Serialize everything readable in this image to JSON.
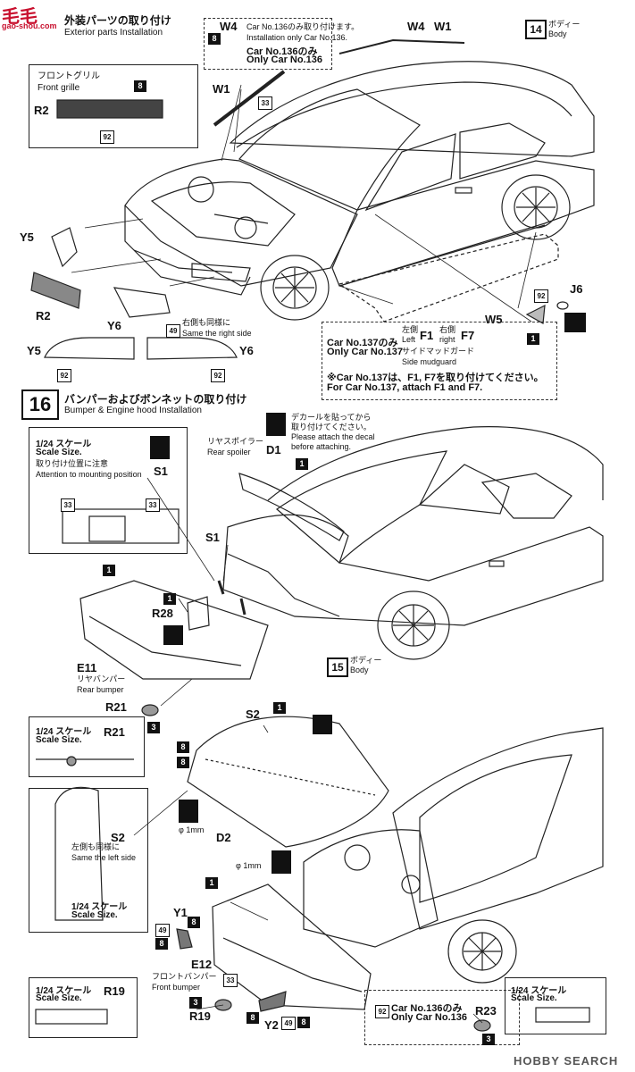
{
  "watermark": {
    "logo_text": "毛毛",
    "site": "gao-shou.com",
    "footer": "HOBBY SEARCH"
  },
  "step15": {
    "title_ja": "外装パーツの取り付け",
    "title_en": "Exterior parts Installation",
    "w4_note": {
      "line1": "Car No.136のみ取り付けます。",
      "line2": "Installation only Car No.136.",
      "line3": "Car No.136のみ",
      "line4": "Only Car No.136"
    },
    "body_ref": {
      "num": "14",
      "ja": "ボディー",
      "en": "Body"
    },
    "grille": {
      "ja": "フロントグリル",
      "en": "Front grille",
      "part": "R2",
      "n1": "8",
      "n2": "92"
    },
    "labels": {
      "w4": "W4",
      "w4b": "W4",
      "w1b": "W1",
      "w1": "W1",
      "y5": "Y5",
      "r2": "R2",
      "y6": "Y6",
      "j6": "J6",
      "w5": "W5",
      "f1": "F1",
      "f7": "F7",
      "y5b": "Y5",
      "y6b": "Y6"
    },
    "nums": {
      "n8_w4": "8",
      "n33_w1": "33",
      "n92_w5": "92",
      "n1_w5": "1",
      "n49": "49",
      "n92_y5": "92",
      "n92_y6": "92"
    },
    "right_side": {
      "ja": "右側も同様に",
      "en": "Same the right side"
    },
    "mudguard": {
      "line1": "Car No.137のみ",
      "line2": "Only Car No.137",
      "left_ja": "左側",
      "left_en": "Left",
      "right_ja": "右側",
      "right_en": "right",
      "name_ja": "サイドマッドガード",
      "name_en": "Side mudguard",
      "note_ja": "※Car No.137は、F1, F7を取り付けてください。",
      "note_en": "For Car No.137, attach F1 and F7."
    }
  },
  "step16": {
    "num": "16",
    "title_ja": "バンパーおよびボンネットの取り付け",
    "title_en": "Bumper & Engine hood Installation",
    "decal_note": {
      "ja1": "デカールを貼ってから",
      "ja2": "取り付けてください。",
      "en1": "Please attach the decal",
      "en2": "before attaching."
    },
    "spoiler": {
      "ja": "リヤスポイラー",
      "en": "Rear spoiler",
      "part": "D1",
      "n": "1"
    },
    "scale_box1": {
      "ja": "1/24 スケール",
      "en": "Scale Size.",
      "note_ja": "取り付け位置に注意",
      "note_en": "Attention to mounting position",
      "part": "S1",
      "n1": "33",
      "n2": "33"
    },
    "labels": {
      "s1": "S1",
      "r28": "R28",
      "e11": "E11",
      "r21": "R21",
      "s2": "S2",
      "d2": "D2",
      "y1": "Y1",
      "e12": "E12",
      "r19": "R19",
      "y2": "Y2",
      "r23": "R23"
    },
    "nums": {
      "n1_bumper": "1",
      "n1_r28": "1",
      "n3_r21": "3",
      "n1_hood": "1",
      "n8a": "8",
      "n8b": "8",
      "n1_front": "1",
      "n49_y1": "49",
      "n8_y1a": "8",
      "n8_y1b": "8",
      "n33_front": "33",
      "n3_r19": "3",
      "n8_y2a": "8",
      "n49_y2": "49",
      "n8_y2b": "8",
      "n3_r23": "3"
    },
    "rear_bumper": {
      "ja": "リヤバンパー",
      "en": "Rear bumper"
    },
    "body_ref": {
      "num": "15",
      "ja": "ボディー",
      "en": "Body"
    },
    "scale_r21": {
      "ja": "1/24 スケール",
      "en": "Scale Size.",
      "part": "R21"
    },
    "s2_box": {
      "part": "S2",
      "left_ja": "左側も同様に",
      "left_en": "Same the left side",
      "scale_ja": "1/24 スケール",
      "scale_en": "Scale Size."
    },
    "drill1": "φ 1mm",
    "drill2": "φ 1mm",
    "front_bumper": {
      "ja": "フロントバンパー",
      "en": "Front bumper"
    },
    "scale_r19": {
      "ja": "1/24 スケール",
      "en": "Scale Size.",
      "part": "R19"
    },
    "car136": {
      "line1": "Car No.136のみ",
      "line2": "Only Car No.136",
      "n": "92"
    },
    "scale_r23": {
      "ja": "1/24 スケール",
      "en": "Scale Size."
    }
  }
}
